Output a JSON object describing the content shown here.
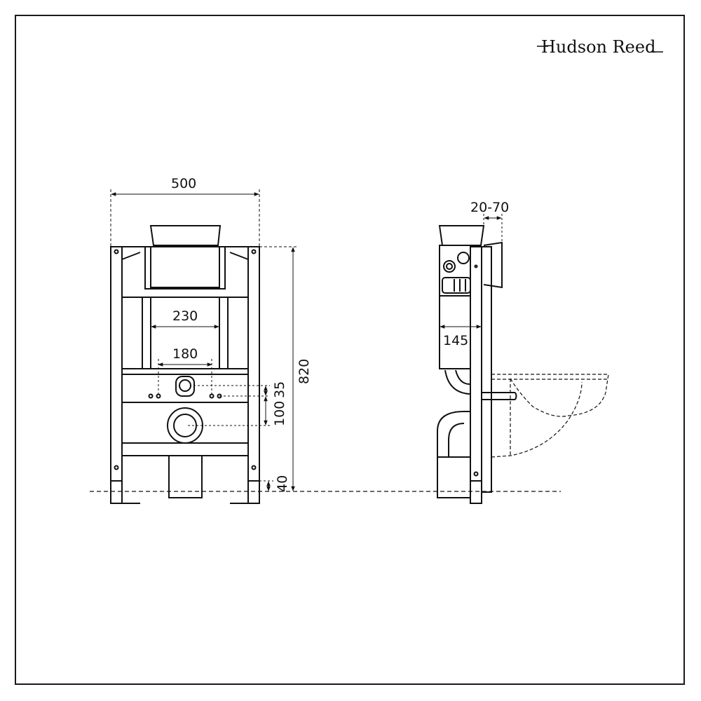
{
  "brand": {
    "name": "Hudson Reed"
  },
  "dimensions": {
    "frame_width": "500",
    "inner_width": "230",
    "bolt_spacing": "180",
    "offset_35": "35",
    "offset_100": "100",
    "total_height": "820",
    "foot_height": "40",
    "wall_depth": "20-70",
    "frame_depth": "145"
  },
  "colors": {
    "line": "#111111",
    "background": "#ffffff"
  }
}
